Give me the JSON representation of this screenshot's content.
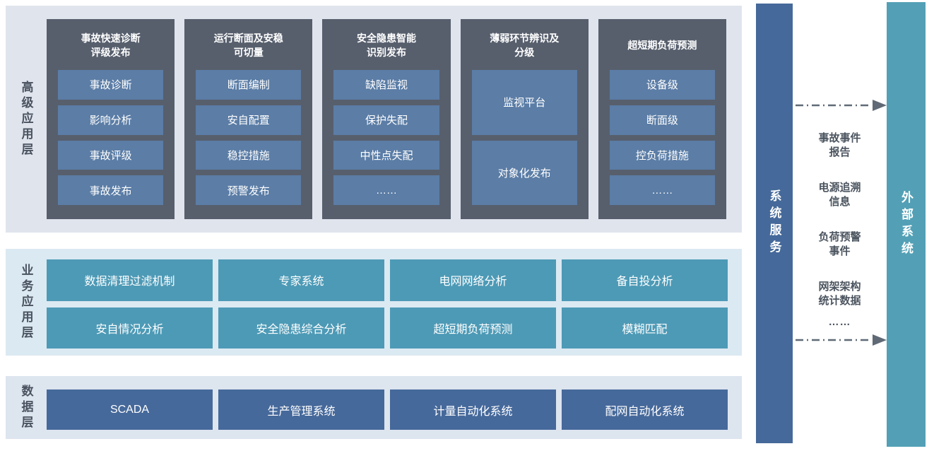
{
  "advanced_layer": {
    "label": "高级应用层",
    "columns": [
      {
        "title": "事故快速诊断\n评级发布",
        "items": [
          "事故诊断",
          "影响分析",
          "事故评级",
          "事故发布"
        ]
      },
      {
        "title": "运行断面及安稳\n可切量",
        "items": [
          "断面编制",
          "安自配置",
          "稳控措施",
          "预警发布"
        ]
      },
      {
        "title": "安全隐患智能\n识别发布",
        "items": [
          "缺陷监视",
          "保护失配",
          "中性点失配",
          "……"
        ]
      },
      {
        "title": "薄弱环节辨识及\n分级",
        "items": [
          "监视平台",
          "对象化发布"
        ]
      },
      {
        "title": "超短期负荷预测",
        "items": [
          "设备级",
          "断面级",
          "控负荷措施",
          "……"
        ]
      }
    ]
  },
  "business_layer": {
    "label": "业务应用层",
    "items": [
      "数据清理过滤机制",
      "专家系统",
      "电网网络分析",
      "备自投分析",
      "安自情况分析",
      "安全隐患综合分析",
      "超短期负荷预测",
      "模糊匹配"
    ]
  },
  "data_layer": {
    "label": "数据层",
    "items": [
      "SCADA",
      "生产管理系统",
      "计量自动化系统",
      "配网自动化系统"
    ]
  },
  "system_service_bar": {
    "label": "系统服务"
  },
  "external_system_bar": {
    "label": "外部系统"
  },
  "exchange": {
    "items": [
      "事故事件\n报告",
      "电源追溯\n信息",
      "负荷预警\n事件",
      "网架架构\n统计数据",
      "……"
    ]
  },
  "colors": {
    "top_band": "#e0e4ed",
    "mid_band": "#dbe9f2",
    "bottom_band": "#dde5ef",
    "column_bg": "#575f6d",
    "column_item": "#5b7da6",
    "business_item": "#4d9ab6",
    "data_item": "#46699b",
    "system_bar": "#45699a",
    "external_bar": "#53a0b6",
    "layer_label_text": "#4a5360",
    "exchange_text": "#4b545f",
    "arrow": "#5f6a76"
  }
}
